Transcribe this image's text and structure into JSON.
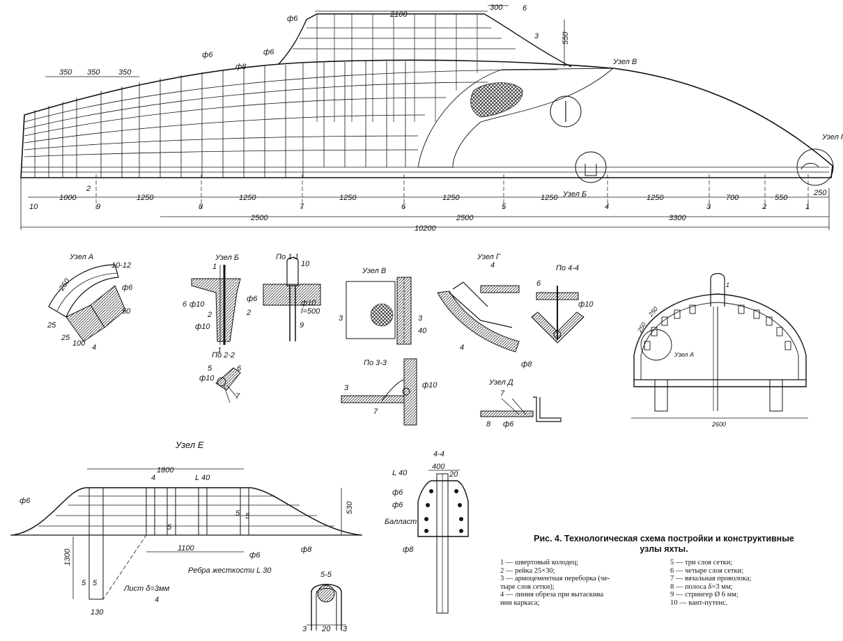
{
  "figure": {
    "title_line1": "Рис. 4. Технологическая схема постройки и конструктивные",
    "title_line2": "узлы яхты.",
    "legend_left": [
      "1 — швертовый колодец;",
      "2 — рейка 25×30;",
      "3 — армоцементная переборка (че-",
      "тыре слоя сетки);",
      "4 — линия обреза при вытаскива",
      "нии каркаса;"
    ],
    "legend_right": [
      "5 — три слоя сетки;",
      "6 — четыре слоя сетки;",
      "7 — вязальная проволока;",
      "8 — полоса δ=3 мм;",
      "9 — стрингер Ø 6 мм;",
      "10 — вант-путенс."
    ]
  },
  "hull": {
    "top_dims": [
      "2100",
      "300",
      "550"
    ],
    "spacing_dims": [
      "350",
      "350",
      "350"
    ],
    "rod_labels": [
      "ф6",
      "ф6",
      "ф8",
      "ф6"
    ],
    "node_labels": [
      "Узел В",
      "Узел Б",
      "Узел Г"
    ],
    "callouts": [
      "6",
      "3",
      "2"
    ],
    "station_numbers": [
      "10",
      "9",
      "8",
      "7",
      "6",
      "5",
      "4",
      "3",
      "2",
      "1"
    ],
    "station_dims": [
      "1000",
      "1250",
      "1250",
      "1250",
      "1250",
      "1250",
      "1250",
      "700",
      "550"
    ],
    "bow_dim": "250",
    "group_dims": [
      "2500",
      "2500",
      "3300"
    ],
    "total_length": "10200"
  },
  "details": {
    "uzel_a": {
      "title": "Узел А",
      "labels": [
        "10-12",
        "250",
        "ф6",
        "50",
        "25",
        "25",
        "100",
        "4"
      ]
    },
    "uzel_b": {
      "title": "Узел Б",
      "labels": [
        "1",
        "6",
        "ф10",
        "ф6",
        "2",
        "ф10",
        "2",
        "1"
      ]
    },
    "section_1_1": {
      "title": "По 1-1",
      "labels": [
        "10",
        "ф10",
        "l=500",
        "9"
      ]
    },
    "uzel_v": {
      "title": "Узел В",
      "labels": [
        "3",
        "3",
        "40"
      ]
    },
    "uzel_g": {
      "title": "Узел Г",
      "labels": [
        "4",
        "4"
      ]
    },
    "section_4_4": {
      "title": "По 4-4",
      "labels": [
        "6",
        "ф10",
        "ф8"
      ]
    },
    "section_2_2": {
      "title": "По 2-2",
      "labels": [
        "5",
        "6",
        "ф10",
        "7"
      ]
    },
    "section_3_3": {
      "title": "По 3-3",
      "labels": [
        "3",
        "ф10",
        "7"
      ]
    },
    "uzel_d": {
      "title": "Узел Д",
      "labels": [
        "7",
        "8",
        "ф6"
      ]
    },
    "cross_section": {
      "labels": [
        "250",
        "250",
        "Узел А",
        "1",
        "2600"
      ]
    }
  },
  "uzel_e": {
    "title": "Узел Е",
    "labels": [
      "1800",
      "4",
      "L 40",
      "ф6",
      "530",
      "5",
      "5",
      "ф6",
      "ф8",
      "1100",
      "5",
      "1300",
      "5",
      "5",
      "130",
      "4"
    ],
    "notes": [
      "Ребра жесткости L 30",
      "Лист δ=3мм"
    ]
  },
  "section_4_4_keel": {
    "title": "4-4",
    "labels": [
      "400",
      "20",
      "L 40",
      "ф6",
      "ф6",
      "Балласт",
      "ф8"
    ]
  },
  "section_5_5": {
    "title": "5-5",
    "labels": [
      "3",
      "20",
      "3"
    ]
  }
}
